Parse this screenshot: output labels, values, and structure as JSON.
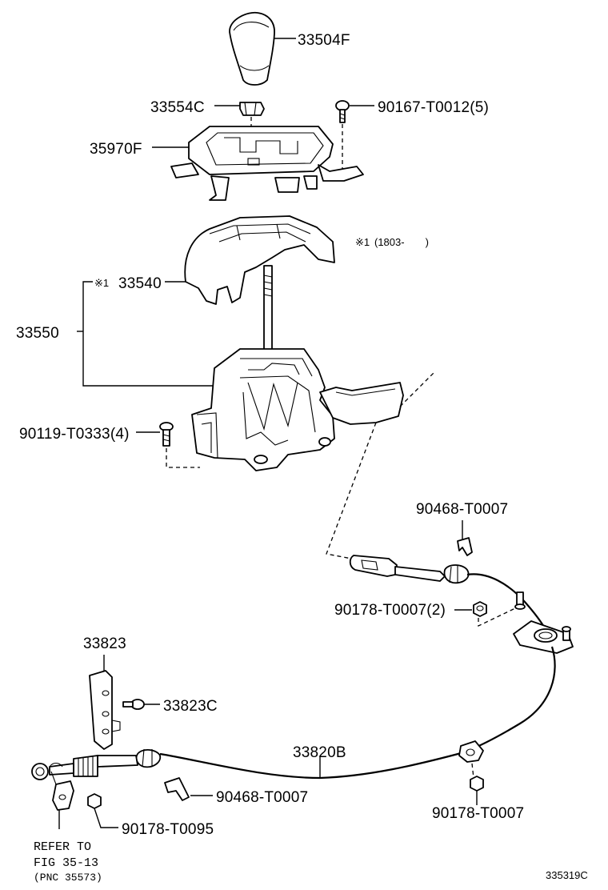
{
  "parts": {
    "knob": "33504F",
    "clip_top": "33554C",
    "screw_top": "90167-T0012(5)",
    "indicator_housing": "35970F",
    "note_mark": "※1",
    "note_range": "(1803-　　)",
    "cover": "33540",
    "cover_note": "※1",
    "shift_lever_assy": "33550",
    "bolt_base": "90119-T0333(4)",
    "clip_cable_end": "90468-T0007",
    "nut_bracket": "90178-T0007(2)",
    "bracket": "33823",
    "bracket_bolt": "33823C",
    "cable": "33820B",
    "clip_cable_mid": "90468-T0007",
    "nut_clamp": "90178-T0007",
    "nut_end": "90178-T0095"
  },
  "refer": {
    "line1": "REFER TO",
    "line2": "FIG 35-13",
    "line3": "(PNC 35573)"
  },
  "figure_id": "335319C"
}
